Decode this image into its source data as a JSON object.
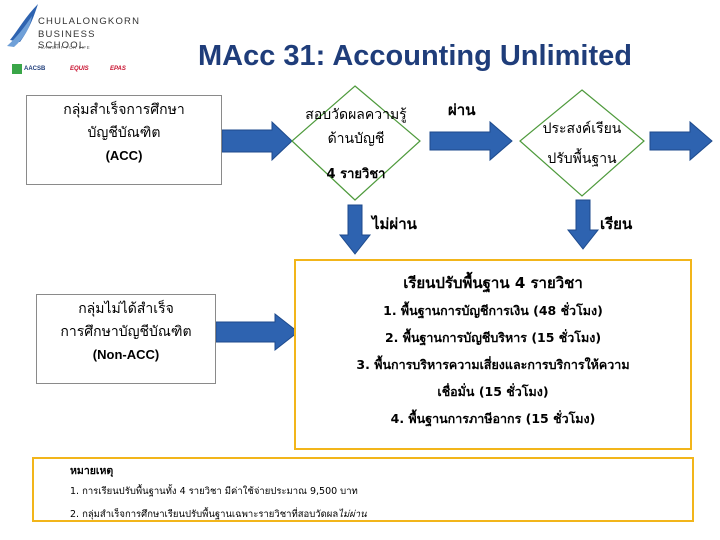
{
  "logo": {
    "name_line1": "CHULALONGKORN",
    "name_line2": "BUSINESS SCHOOL",
    "tagline": "FLAGSHIP FOR LIFE",
    "accreditations": [
      "AACSB",
      "EQUIS",
      "EPAS"
    ]
  },
  "title": "MAcc 31: Accounting Unlimited",
  "acc_box": {
    "line1": "กลุ่มสำเร็จการศึกษา",
    "line2": "บัญชีบัณฑิต",
    "code": "(ACC)"
  },
  "exam_diamond": {
    "line1": "สอบวัดผลความรู้",
    "line2": "ด้านบัญชี",
    "line3": "4 รายวิชา"
  },
  "pass_label": "ผ่าน",
  "fail_label": "ไม่ผ่าน",
  "intent_diamond": {
    "line1": "ประสงค์เรียน",
    "line2": "ปรับพื้นฐาน"
  },
  "study_label": "เรียน",
  "nonacc_box": {
    "line1": "กลุ่มไม่ได้สำเร็จ",
    "line2": "การศึกษาบัญชีบัณฑิต",
    "code": "(Non-ACC)"
  },
  "foundation_box": {
    "heading": "เรียนปรับพื้นฐาน 4 รายวิชา",
    "item1": "1. พื้นฐานการบัญชีการเงิน (48 ชั่วโมง)",
    "item2": "2. พื้นฐานการบัญชีบริหาร (15 ชั่วโมง)",
    "item3_line1": "3. พื้นการบริหารความเสี่ยงและการบริการให้ความ",
    "item3_line2": "เชื่อมั่น (15 ชั่วโมง)",
    "item4": "4. พื้นฐานการภาษีอากร (15 ชั่วโมง)"
  },
  "notes": {
    "heading": "หมายเหตุ",
    "note1": "1. การเรียนปรับพื้นฐานทั้ง 4 รายวิชา มีค่าใช้จ่ายประมาณ 9,500 บาท",
    "note2_main": "2. กลุ่มสำเร็จการศึกษาเรียนปรับพื้นฐานเฉพาะรายวิชาที่สอบวัดผล",
    "note2_italic": "ไม่ผ่าน"
  },
  "colors": {
    "arrow": "#2e63b0",
    "arrow_edge": "#1d4a8c",
    "title": "#1f3d7a",
    "diamond_border": "#4e9a3c",
    "yellow_border": "#f2b51a"
  }
}
